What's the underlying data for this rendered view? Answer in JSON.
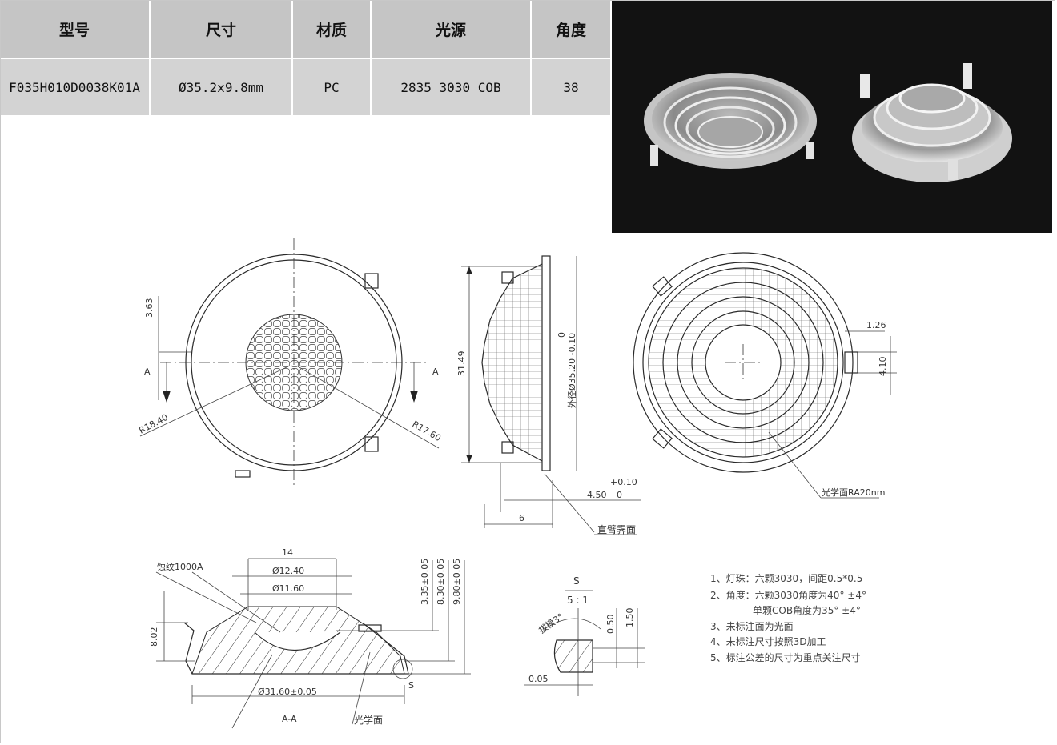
{
  "spec_table": {
    "headers": [
      "型号",
      "尺寸",
      "材质",
      "光源",
      "角度"
    ],
    "row": [
      "F035H010D0038K01A",
      "Ø35.2x9.8mm",
      "PC",
      "2835 3030 COB",
      "38"
    ]
  },
  "photo": {
    "icon": "lens-photo-icon",
    "background": "#121212"
  },
  "drawing": {
    "front_view": {
      "labels": {
        "section_left": "A",
        "section_right": "A",
        "dim_offset": "3.63",
        "radius_outer": "R18.40",
        "radius_inner": "R17.60"
      }
    },
    "side_view": {
      "labels": {
        "height": "31.49",
        "diameter": "外径Ø35.20 -0.10",
        "diameter_zero": "0",
        "depth": "4.50",
        "tol_plus": "+0.10",
        "tol_zero": "0",
        "width": "6",
        "note": "直臂霁面"
      }
    },
    "back_view": {
      "labels": {
        "tab_width": "1.26",
        "tab_height": "4.10",
        "optic": "光学面RA20nm"
      }
    },
    "section_view": {
      "labels": {
        "texture": "蚀纹1000A",
        "width_top": "14",
        "dia_1": "Ø12.40",
        "dia_2": "Ø11.60",
        "height_left": "8.02",
        "h1": "3.35±0.05",
        "h2": "8.30±0.05",
        "h3": "9.80±0.05",
        "dia_base": "Ø31.60±0.05",
        "section_name": "A-A",
        "optic_face": "光学面",
        "detail_mark": "S"
      }
    },
    "detail_view": {
      "labels": {
        "name": "S",
        "scale": "5 : 1",
        "draft": "拔模3°",
        "d1": "0.50",
        "d2": "1.50",
        "d3": "0.05"
      }
    },
    "notes": [
      "1、灯珠：六颗3030，间距0.5*0.5",
      "2、角度：六颗3030角度为40° ±4°",
      "单颗COB角度为35° ±4°",
      "3、未标注面为光面",
      "4、未标注尺寸按照3D加工",
      "5、标注公差的尺寸为重点关注尺寸"
    ]
  }
}
